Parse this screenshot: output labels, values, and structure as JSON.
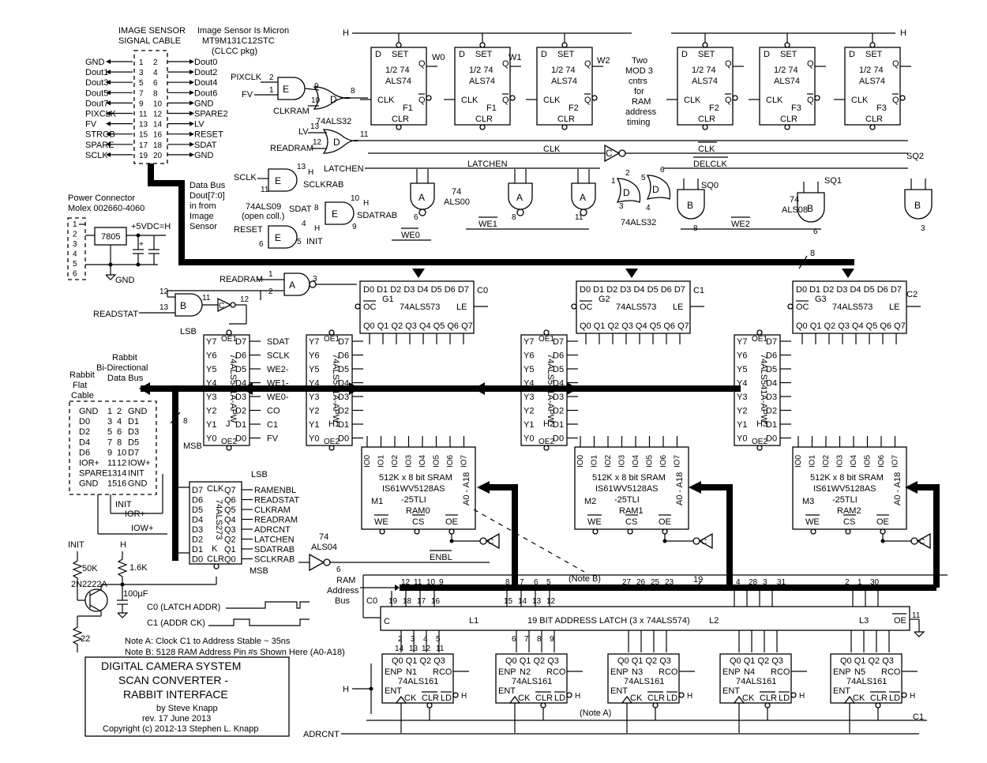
{
  "title": {
    "line1": "DIGITAL CAMERA SYSTEM",
    "line2": "SCAN CONVERTER -",
    "line3": "RABBIT INTERFACE",
    "author": "by Steve Knapp",
    "rev": "rev. 17 June 2013",
    "copyright": "Copyright (c) 2012-13 Stephen L. Knapp"
  },
  "image_sensor": {
    "cable_title": "IMAGE SENSOR",
    "cable_title2": "SIGNAL CABLE",
    "note1": "Image Sensor Is Micron",
    "note2": "MT9M131C12STC",
    "note3": "(CLCC pkg)",
    "left_pins": [
      {
        "label": "GND",
        "num": "1"
      },
      {
        "label": "Dout1",
        "num": "3"
      },
      {
        "label": "Dout3",
        "num": "5"
      },
      {
        "label": "Dout5",
        "num": "7"
      },
      {
        "label": "Dout7",
        "num": "9"
      },
      {
        "label": "PIXCLK",
        "num": "11"
      },
      {
        "label": "FV",
        "num": "13"
      },
      {
        "label": "STROB",
        "num": "15"
      },
      {
        "label": "SPARE",
        "num": "17"
      },
      {
        "label": "SCLK",
        "num": "19"
      }
    ],
    "right_pins": [
      {
        "label": "Dout0",
        "num": "2"
      },
      {
        "label": "Dout2",
        "num": "4"
      },
      {
        "label": "Dout4",
        "num": "6"
      },
      {
        "label": "Dout6",
        "num": "8"
      },
      {
        "label": "GND",
        "num": "10"
      },
      {
        "label": "SPARE2",
        "num": "12"
      },
      {
        "label": "LV",
        "num": "14"
      },
      {
        "label": "RESET",
        "num": "16"
      },
      {
        "label": "SDAT",
        "num": "18"
      },
      {
        "label": "GND",
        "num": "20"
      }
    ]
  },
  "data_bus_note": [
    "Data Bus",
    "Dout[7:0]",
    "in from",
    "Image",
    "Sensor"
  ],
  "power": {
    "title1": "Power Connector",
    "title2": "Molex 002660-4060",
    "pins": [
      "1",
      "2",
      "3",
      "4",
      "5",
      "6"
    ],
    "regulator": "7805",
    "vcc": "+5VDC=H",
    "gnd": "GND",
    "cap_plus": "+"
  },
  "rabbit": {
    "label1": "Rabbit",
    "label2": "Bi-Directional",
    "label3": "Data Bus",
    "flat1": "Rabbit",
    "flat2": "Flat",
    "flat3": "Cable",
    "left": [
      {
        "label": "GND",
        "num": "1"
      },
      {
        "label": "D0",
        "num": "3"
      },
      {
        "label": "D2",
        "num": "5"
      },
      {
        "label": "D4",
        "num": "7"
      },
      {
        "label": "D6",
        "num": "9"
      },
      {
        "label": "IOR+",
        "num": "11"
      },
      {
        "label": "SPARE",
        "num": "13"
      },
      {
        "label": "GND",
        "num": "15"
      }
    ],
    "right": [
      {
        "label": "GND",
        "num": "2"
      },
      {
        "label": "D1",
        "num": "4"
      },
      {
        "label": "D3",
        "num": "6"
      },
      {
        "label": "D5",
        "num": "8"
      },
      {
        "label": "D7",
        "num": "10"
      },
      {
        "label": "IOW+",
        "num": "12"
      },
      {
        "label": "INIT",
        "num": "14"
      },
      {
        "label": "GND",
        "num": "16"
      }
    ],
    "init": "INIT",
    "ior": "IOR+",
    "iow": "IOW+",
    "msb": "MSB",
    "lsb": "LSB"
  },
  "labels": {
    "H": "H",
    "pixclk": "PIXCLK",
    "fv": "FV",
    "clkram": "CLKRAM",
    "lv": "LV",
    "readram": "READRAM",
    "ic_74als32": "74ALS32",
    "latchen": "LATCHEN",
    "clk": "CLK",
    "clkbar": "CLK",
    "delclk": "DELCLK",
    "sclk": "SCLK",
    "sclkrab": "SCLKRAB",
    "sdat": "SDAT",
    "sdatrab": "SDATRAB",
    "reset": "RESET",
    "init": "INIT",
    "open_coll1": "74ALS09",
    "open_coll2": "(open coll.)",
    "ic_74als00": "74",
    "ic_74als00b": "ALS00",
    "ic_74als08": "74",
    "ic_74als08b": "ALS08",
    "we0": "WE0",
    "we1": "WE1",
    "we2": "WE2",
    "sq0": "SQ0",
    "sq1": "SQ1",
    "sq2": "SQ2",
    "w0": "W0",
    "w1": "W1",
    "w2": "W2",
    "mod3_1": "Two",
    "mod3_2": "MOD 3",
    "mod3_3": "cntrs",
    "mod3_4": "for",
    "mod3_5": "RAM",
    "mod3_6": "address",
    "mod3_7": "timing",
    "readstat": "READSTAT",
    "enbl": "ENBL",
    "ram_addr1": "RAM",
    "ram_addr2": "Address",
    "ram_addr3": "Bus",
    "note_b_ref": "(Note B)",
    "note_a_ref": "(Note A)",
    "c0": "C0",
    "c1": "C1",
    "c2": "C2",
    "adrcnt": "ADRCNT",
    "bus_width8": "8",
    "bus_width19": "19",
    "ic_74als04": "74",
    "ic_74als04b": "ALS04",
    "res_50k": "50K",
    "res_16k": "1.6K",
    "res_22": "22",
    "transistor": "2N2222A",
    "cap_100uf": "100µF",
    "c0_wave": "C0 (LATCH ADDR)",
    "c1_wave": "C1 (ADDR CK)",
    "note_a": "Note A: Clock C1 to Address Stable ~ 35ns",
    "note_b": "Note B: 5128 RAM Address Pin #s Shown Here (A0-A18)"
  },
  "flipflops": [
    {
      "t1": "1/2 74",
      "t2": "ALS74",
      "name": "F1",
      "set": "SET",
      "clr": "CLR",
      "d": "D",
      "q": "Q",
      "clk": "CLK"
    },
    {
      "t1": "1/2 74",
      "t2": "ALS74",
      "name": "F1",
      "set": "SET",
      "clr": "CLR",
      "d": "D",
      "q": "Q",
      "clk": "CLK"
    },
    {
      "t1": "1/2 74",
      "t2": "ALS74",
      "name": "F2",
      "set": "SET",
      "clr": "CLR",
      "d": "D",
      "q": "Q",
      "clk": "CLK"
    },
    {
      "t1": "1/2 74",
      "t2": "ALS74",
      "name": "F2",
      "set": "SET",
      "clr": "CLR",
      "d": "D",
      "q": "Q",
      "clk": "CLK"
    },
    {
      "t1": "1/2 74",
      "t2": "ALS74",
      "name": "F3",
      "set": "SET",
      "clr": "CLR",
      "d": "D",
      "q": "Q",
      "clk": "CLK"
    },
    {
      "t1": "1/2 74",
      "t2": "ALS74",
      "name": "F3",
      "set": "SET",
      "clr": "CLR",
      "d": "D",
      "q": "Q",
      "clk": "CLK"
    }
  ],
  "latches": [
    {
      "name": "G1",
      "part": "74ALS573",
      "oc": "OC",
      "le": "LE",
      "d": "D0 D1 D2 D3 D4 D5 D6 D7",
      "q": "Q0 Q1 Q2 Q3 Q4 Q5 Q6 Q7"
    },
    {
      "name": "G2",
      "part": "74ALS573",
      "oc": "OC",
      "le": "LE",
      "d": "D0 D1 D2 D3 D4 D5 D6 D7",
      "q": "Q0 Q1 Q2 Q3 Q4 Q5 Q6 Q7"
    },
    {
      "name": "G3",
      "part": "74ALS573",
      "oc": "OC",
      "le": "LE",
      "d": "D0 D1 D2 D3 D4 D5 D6 D7",
      "q": "Q0 Q1 Q2 Q3 Q4 Q5 Q6 Q7"
    }
  ],
  "buffers": [
    {
      "name": "J",
      "part": "74ALS541A-APW",
      "y": [
        "Y7",
        "Y6",
        "Y5",
        "Y4",
        "Y3",
        "Y2",
        "Y1",
        "Y0"
      ],
      "d": [
        "D7",
        "D6",
        "D5",
        "D4",
        "D3",
        "D2",
        "D1",
        "D0"
      ],
      "sig": [
        "SDAT",
        "SCLK",
        "WE2-",
        "WE1-",
        "WE0-",
        "CO",
        "C1",
        "FV"
      ]
    },
    {
      "name": "H1",
      "part": "74ALS541A-APW",
      "y": [
        "Y7",
        "Y6",
        "Y5",
        "Y4",
        "Y3",
        "Y2",
        "Y1",
        "Y0"
      ],
      "d": [
        "D7",
        "D6",
        "D5",
        "D4",
        "D3",
        "D2",
        "D1",
        "D0"
      ]
    },
    {
      "name": "H2",
      "part": "74ALS541A-APW",
      "y": [
        "Y7",
        "Y6",
        "Y5",
        "Y4",
        "Y3",
        "Y2",
        "Y1",
        "Y0"
      ],
      "d": [
        "D7",
        "D6",
        "D5",
        "D4",
        "D3",
        "D2",
        "D1",
        "D0"
      ]
    },
    {
      "name": "H3",
      "part": "74ALS541A-APW",
      "y": [
        "Y7",
        "Y6",
        "Y5",
        "Y4",
        "Y3",
        "Y2",
        "Y1",
        "Y0"
      ],
      "d": [
        "D7",
        "D6",
        "D5",
        "D4",
        "D3",
        "D2",
        "D1",
        "D0"
      ]
    }
  ],
  "rams": [
    {
      "name": "M1",
      "t1": "512K x 8 bit SRAM",
      "t2": "IS61WV5128AS",
      "t3": "-25TLI",
      "t4": "RAM0",
      "addr": "A0 - A18",
      "we": "WE",
      "cs": "CS",
      "oe": "OE"
    },
    {
      "name": "M2",
      "t1": "512K x 8 bit SRAM",
      "t2": "IS61WV5128AS",
      "t3": "-25TLI",
      "t4": "RAM1",
      "addr": "A0 - A18",
      "we": "WE",
      "cs": "CS",
      "oe": "OE"
    },
    {
      "name": "M3",
      "t1": "512K x 8 bit SRAM",
      "t2": "IS61WV5128AS",
      "t3": "-25TLI",
      "t4": "RAM2",
      "addr": "A0 - A18",
      "we": "WE",
      "cs": "CS",
      "oe": "OE"
    }
  ],
  "io_labels": [
    "IO0",
    "IO1",
    "IO2",
    "IO3",
    "IO4",
    "IO5",
    "IO6",
    "IO7"
  ],
  "control_latch": {
    "part": "74ALS273",
    "name": "K",
    "clk": "CLK",
    "clr": "CLR",
    "d": [
      "D7",
      "D6",
      "D5",
      "D4",
      "D3",
      "D2",
      "D1",
      "D0"
    ],
    "q": [
      "Q7",
      "Q6",
      "Q5",
      "Q4",
      "Q3",
      "Q2",
      "Q1",
      "Q0"
    ],
    "outs": [
      "RAMENBL",
      "READSTAT",
      "CLKRAM",
      "READRAM",
      "ADRCNT",
      "LATCHEN",
      "SDATRAB",
      "SCLKRAB"
    ],
    "lsb": "LSB",
    "msb": "MSB"
  },
  "address_latch": {
    "label": "19 BIT ADDRESS LATCH (3 x 74ALS574)",
    "l1": "L1",
    "l2": "L2",
    "l3": "L3",
    "c": "C",
    "oe": "OE"
  },
  "counters": [
    {
      "name": "N1",
      "part": "74ALS161",
      "enp": "ENP",
      "ent": "ENT",
      "rco": "RCO",
      "ck": "CK",
      "clr": "CLR",
      "ld": "LD",
      "q": "Q0 Q1 Q2 Q3"
    },
    {
      "name": "N2",
      "part": "74ALS161",
      "enp": "ENP",
      "ent": "ENT",
      "rco": "RCO",
      "ck": "CK",
      "clr": "CLR",
      "ld": "LD",
      "q": "Q0 Q1 Q2 Q3"
    },
    {
      "name": "N3",
      "part": "74ALS161",
      "enp": "ENP",
      "ent": "ENT",
      "rco": "RCO",
      "ck": "CK",
      "clr": "CLR",
      "ld": "LD",
      "q": "Q0 Q1 Q2 Q3"
    },
    {
      "name": "N4",
      "part": "74ALS161",
      "enp": "ENP",
      "ent": "ENT",
      "rco": "RCO",
      "ck": "CK",
      "clr": "CLR",
      "ld": "LD",
      "q": "Q0 Q1 Q2 Q3"
    },
    {
      "name": "N5",
      "part": "74ALS161",
      "enp": "ENP",
      "ent": "ENT",
      "rco": "RCO",
      "ck": "CK",
      "clr": "CLR",
      "ld": "LD",
      "q": "Q0 Q1 Q2 Q3"
    }
  ]
}
